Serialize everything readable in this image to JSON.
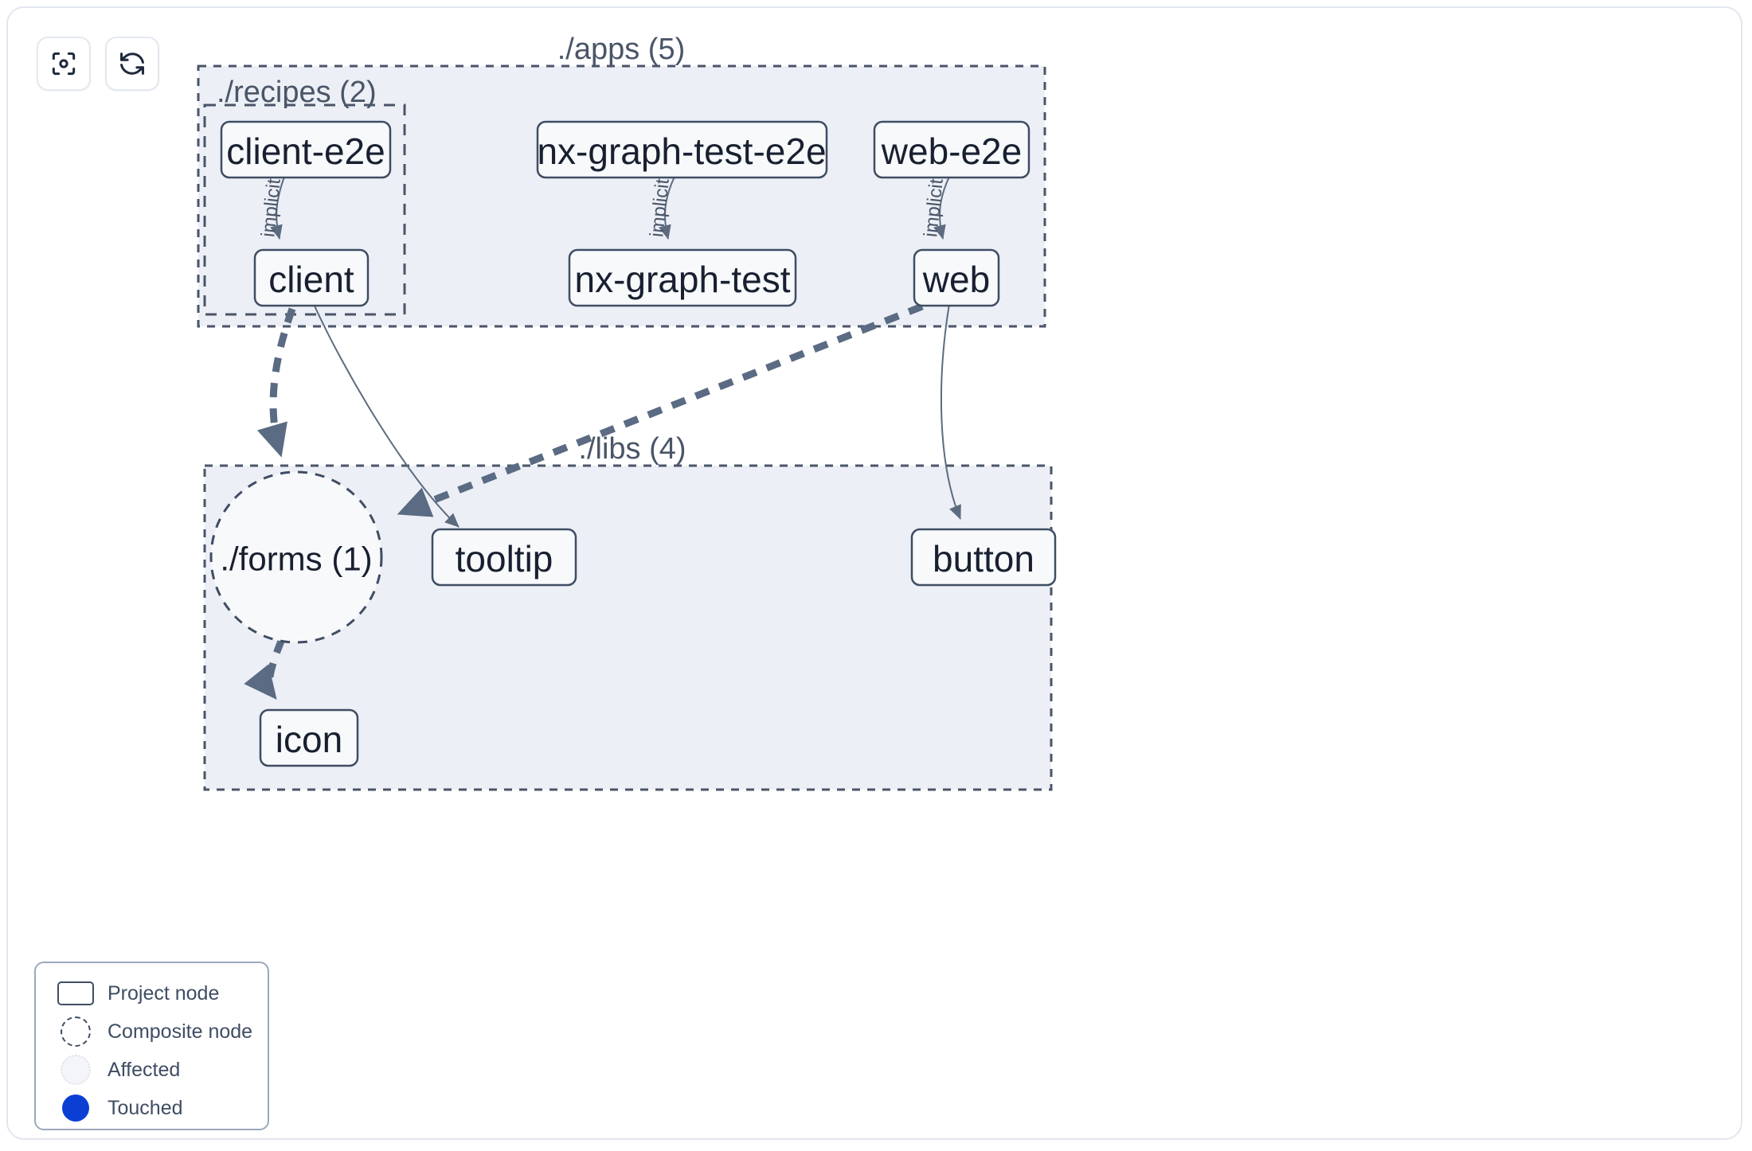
{
  "toolbar": {
    "buttons": [
      {
        "name": "focus-graph-button",
        "icon": "viewfinder-focus-icon",
        "label": ""
      },
      {
        "name": "refresh-graph-button",
        "icon": "refresh-sync-icon",
        "label": ""
      }
    ]
  },
  "groups": {
    "apps": {
      "label": "./apps (5)"
    },
    "recipes": {
      "label": "./recipes (2)"
    },
    "libs": {
      "label": "./libs (4)"
    }
  },
  "nodes": {
    "client_e2e": {
      "label": "client-e2e"
    },
    "nx_graph_test_e2e": {
      "label": "nx-graph-test-e2e"
    },
    "web_e2e": {
      "label": "web-e2e"
    },
    "client": {
      "label": "client"
    },
    "nx_graph_test": {
      "label": "nx-graph-test"
    },
    "web": {
      "label": "web"
    },
    "forms": {
      "label": "./forms (1)"
    },
    "tooltip": {
      "label": "tooltip"
    },
    "button": {
      "label": "button"
    },
    "icon": {
      "label": "icon"
    }
  },
  "edges": {
    "implicit_1": {
      "label": "implicit",
      "from": "client-e2e",
      "to": "client"
    },
    "implicit_2": {
      "label": "implicit",
      "from": "nx-graph-test-e2e",
      "to": "nx-graph-test"
    },
    "implicit_3": {
      "label": "implicit",
      "from": "web-e2e",
      "to": "web"
    },
    "client_forms": {
      "label": "",
      "from": "client",
      "to": "./forms (1)"
    },
    "client_tooltip": {
      "label": "",
      "from": "client",
      "to": "tooltip"
    },
    "web_forms": {
      "label": "",
      "from": "web",
      "to": "./forms (1)"
    },
    "web_button": {
      "label": "",
      "from": "web",
      "to": "button"
    },
    "forms_icon": {
      "label": "",
      "from": "./forms (1)",
      "to": "icon"
    }
  },
  "legend": {
    "items": [
      {
        "swatch": "project-node-swatch",
        "label": "Project node"
      },
      {
        "swatch": "composite-node-swatch",
        "label": "Composite node"
      },
      {
        "swatch": "affected-swatch",
        "label": "Affected"
      },
      {
        "swatch": "touched-swatch",
        "label": "Touched"
      }
    ]
  },
  "colors": {
    "group_fill": "#eceff5",
    "group_stroke": "#4a5568",
    "node_fill": "#f7f9fb",
    "node_stroke": "#3f4d63",
    "node_text": "#182030",
    "edge": "#5a6b83",
    "touched": "#0b3fd4",
    "canvas_border": "#e2e6ef"
  }
}
